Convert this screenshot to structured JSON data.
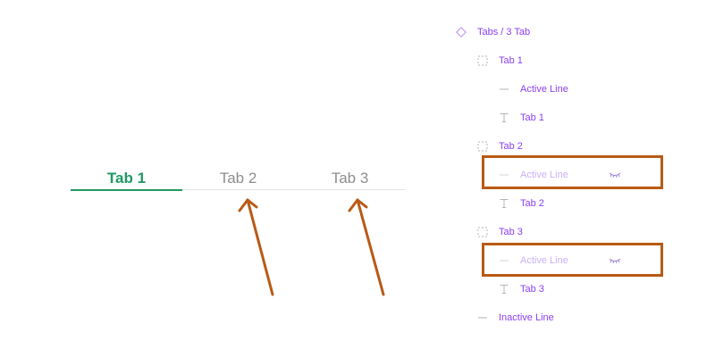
{
  "tabs": {
    "items": [
      {
        "label": "Tab 1",
        "state": "active"
      },
      {
        "label": "Tab 2",
        "state": "inactive"
      },
      {
        "label": "Tab 3",
        "state": "inactive"
      }
    ]
  },
  "colors": {
    "active_tab": "#1e9a62",
    "inactive_tab": "#8d8d8d",
    "layer_text": "#8a3ff0",
    "highlight": "#b85a16"
  },
  "layers": {
    "component": {
      "label": "Tabs / 3 Tab",
      "icon": "component-diamond-icon"
    },
    "tab1": {
      "label": "Tab 1",
      "icon": "frame-icon"
    },
    "tab1_active_line": {
      "label": "Active Line",
      "icon": "line-icon"
    },
    "tab1_text": {
      "label": "Tab 1",
      "icon": "text-icon"
    },
    "tab2": {
      "label": "Tab 2",
      "icon": "frame-icon"
    },
    "tab2_active_line": {
      "label": "Active Line",
      "icon": "line-icon",
      "visibility": "hidden"
    },
    "tab2_text": {
      "label": "Tab 2",
      "icon": "text-icon"
    },
    "tab3": {
      "label": "Tab 3",
      "icon": "frame-icon"
    },
    "tab3_active_line": {
      "label": "Active Line",
      "icon": "line-icon",
      "visibility": "hidden"
    },
    "tab3_text": {
      "label": "Tab 3",
      "icon": "text-icon"
    },
    "inactive_line": {
      "label": "Inactive Line",
      "icon": "line-icon"
    }
  }
}
